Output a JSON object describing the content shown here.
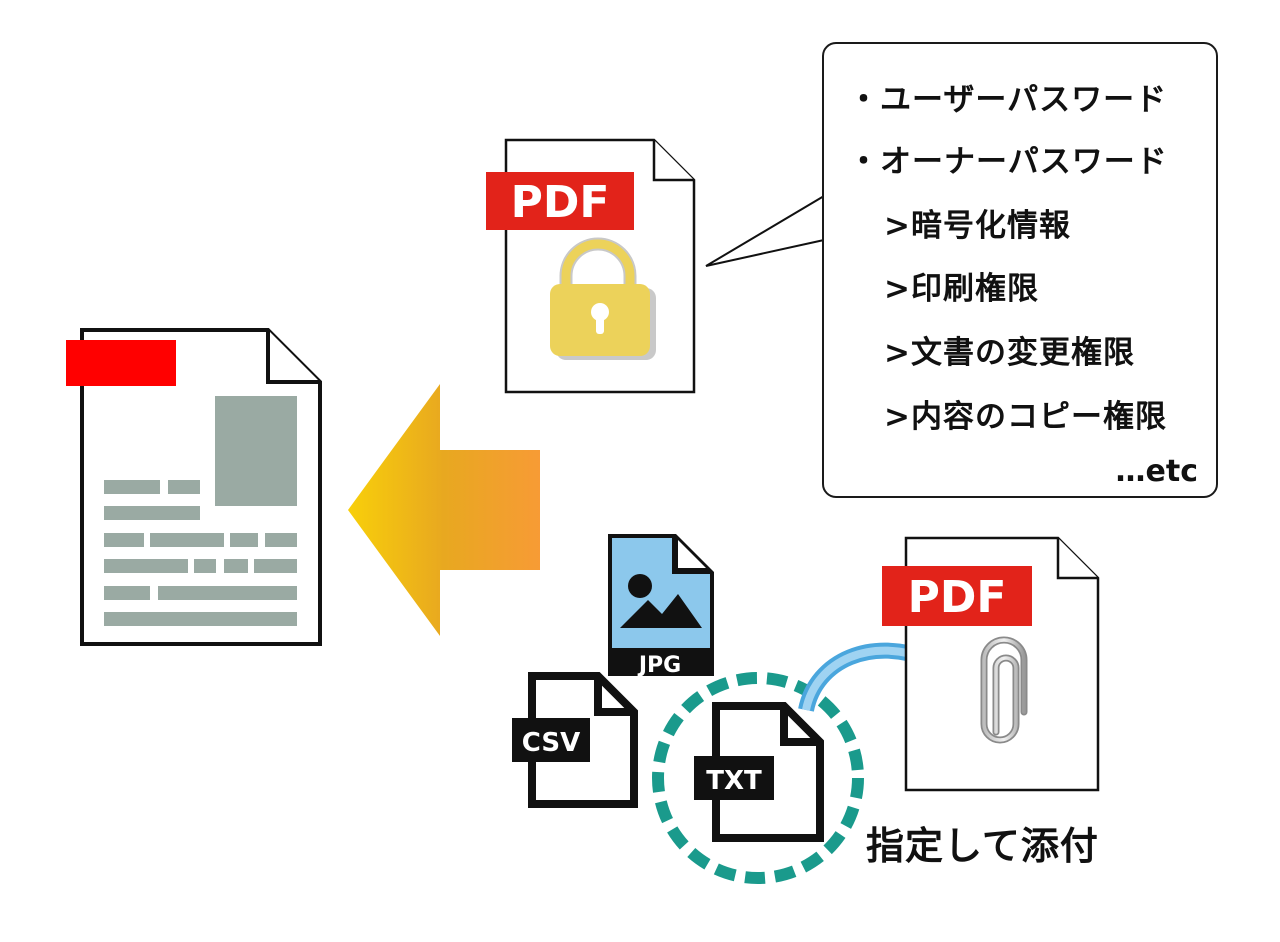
{
  "protected_pdf": {
    "badge": "PDF",
    "icon": "padlock-icon"
  },
  "settings_callout": {
    "items": [
      "・ユーザーパスワード",
      "・オーナーパスワード"
    ],
    "sub_items": [
      ">暗号化情報",
      ">印刷権限",
      ">文書の変更権限",
      ">内容のコピー権限"
    ],
    "more": "…etc"
  },
  "file_types": {
    "jpg": "JPG",
    "csv": "CSV",
    "txt": "TXT"
  },
  "attachment_pdf": {
    "badge": "PDF",
    "icon": "paperclip-icon"
  },
  "caption": "指定して添付",
  "colors": {
    "pdf_red": "#e2231a",
    "lock_yellow": "#ecd25a",
    "arrow_gradient": [
      "#f6c90e",
      "#e9a83c",
      "#f59d3a"
    ],
    "jpg_blue": "#8cc8ec",
    "dashed_teal": "#1a9a8c",
    "curve_blue": "#6cb8e6",
    "doc_gray": "#9aaaa3"
  }
}
